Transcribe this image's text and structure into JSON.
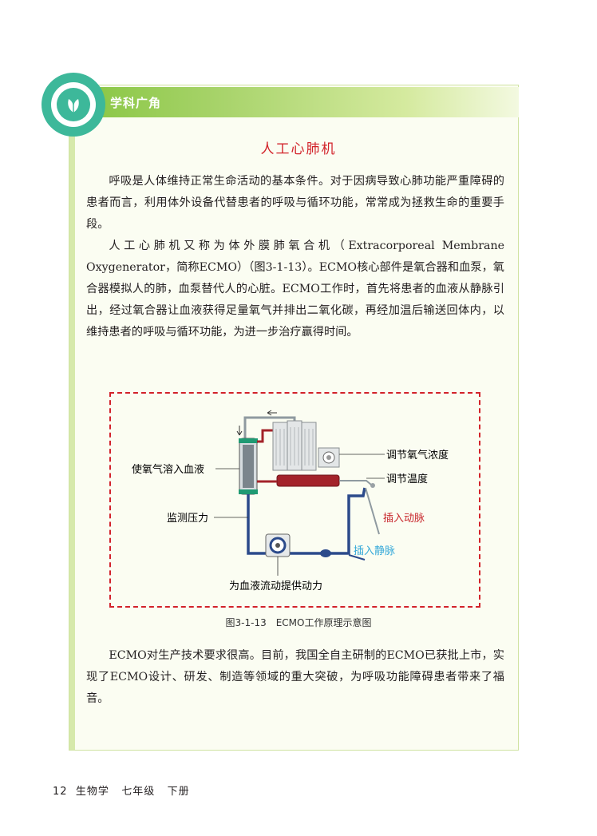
{
  "header": {
    "section_label": "学科广角"
  },
  "article": {
    "title": "人工心肺机",
    "paragraph_1": "呼吸是人体维持正常生命活动的基本条件。对于因病导致心肺功能严重障碍的患者而言，利用体外设备代替患者的呼吸与循环功能，常常成为拯救生命的重要手段。",
    "paragraph_2": "人工心肺机又称为体外膜肺氧合机（Extracorporeal Membrane Oxygenerator，简称ECMO）（图3-1-13）。ECMO核心部件是氧合器和血泵，氧合器模拟人的肺，血泵替代人的心脏。ECMO工作时，首先将患者的血液从静脉引出，经过氧合器让血液获得足量氧气并排出二氧化碳，再经加温后输送回体内，以维持患者的呼吸与循环功能，为进一步治疗赢得时间。",
    "paragraph_3": "ECMO对生产技术要求很高。目前，我国全自主研制的ECMO已获批上市，实现了ECMO设计、研发、制造等领域的重大突破，为呼吸功能障碍患者带来了福音。"
  },
  "figure": {
    "labels": {
      "oxygen_dissolve": "使氧气溶入血液",
      "adjust_oxygen": "调节氧气浓度",
      "adjust_temp": "调节温度",
      "monitor_pressure": "监测压力",
      "insert_artery": "插入动脉",
      "insert_vein": "插入静脉",
      "pump_power": "为血液流动提供动力"
    },
    "caption": "图3-1-13　ECMO工作原理示意图",
    "colors": {
      "artery": "#c8282d",
      "vein": "#36a9d9",
      "tube_red": "#a3232a",
      "tube_blue": "#2b4a8b",
      "frame": "#d2232a"
    }
  },
  "footer": {
    "page_number": "12",
    "book": "生物学",
    "grade": "七年级",
    "volume": "下册"
  }
}
